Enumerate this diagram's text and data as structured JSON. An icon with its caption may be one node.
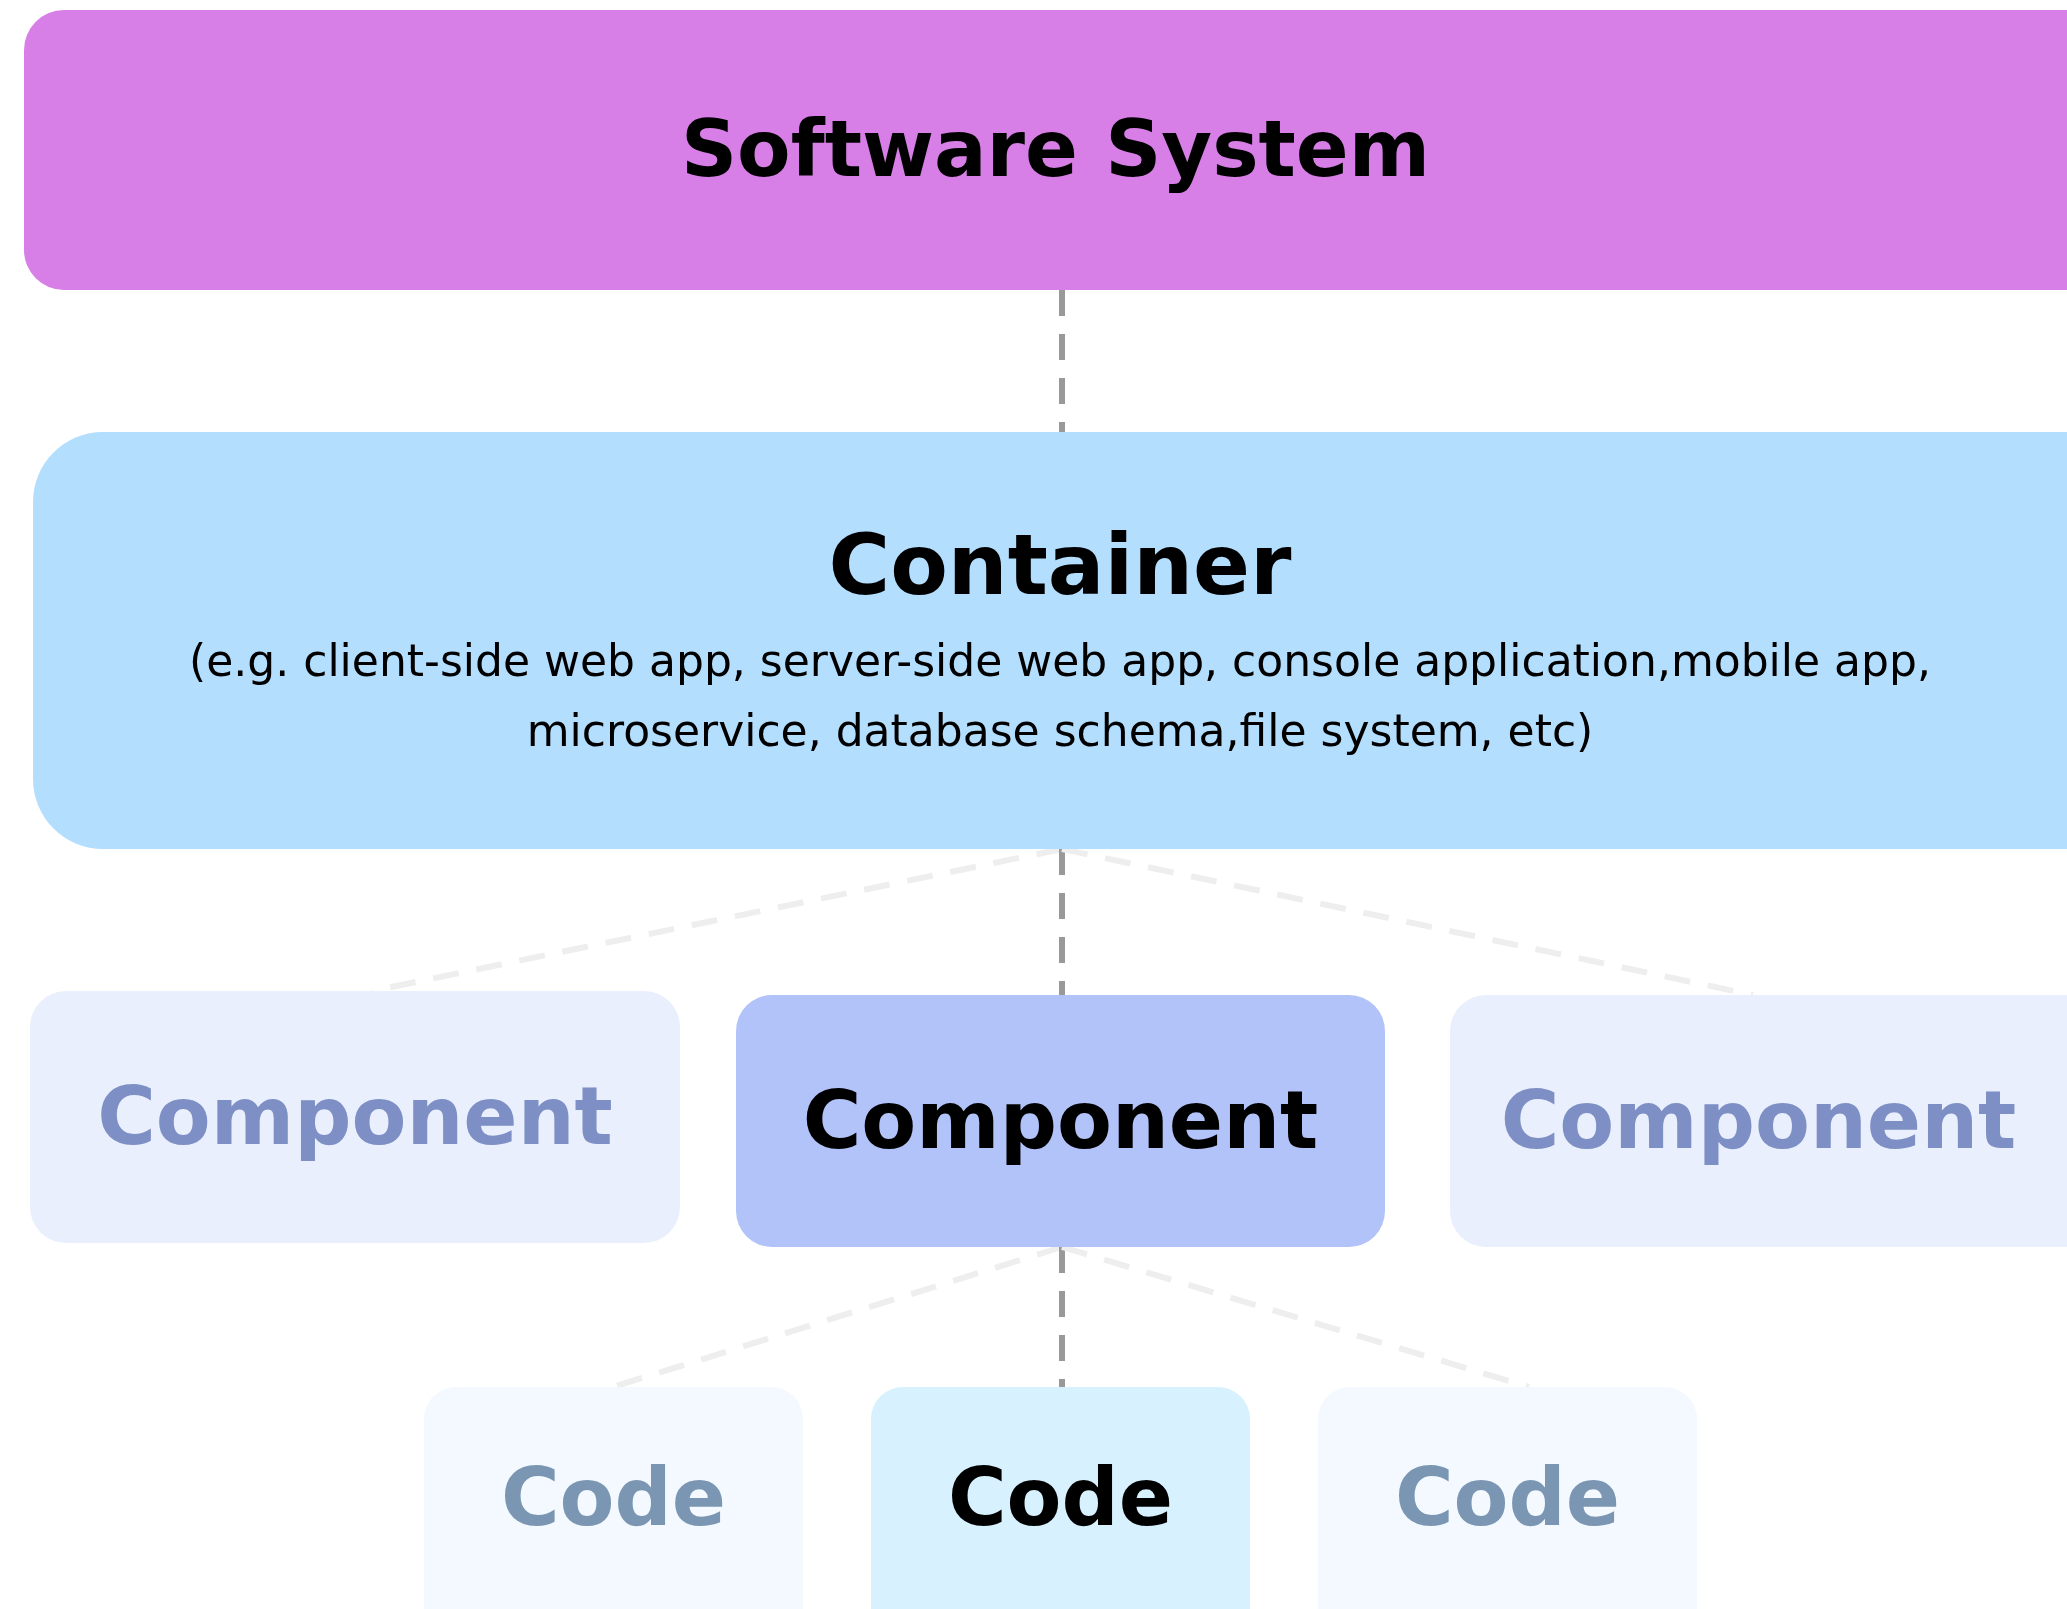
{
  "diagram": {
    "nodes": [
      {
        "text": [
          "Software System"
        ]
      },
      {
        "text": [
          "Container",
          "(e.g. client-side web app, server-side web app, console application,mobile app, microservice, database schema,file system, etc)"
        ]
      },
      {
        "text": [
          "Component"
        ]
      },
      {
        "text": [
          "Component"
        ]
      },
      {
        "text": [
          "Component"
        ]
      },
      {
        "text": [
          "Code"
        ]
      },
      {
        "text": [
          "Code"
        ]
      },
      {
        "text": [
          "Code"
        ]
      }
    ],
    "edges": [
      {
        "from": 0,
        "to": 1,
        "arrow": "none",
        "style": "dashed",
        "color": "#999999"
      },
      {
        "from": 1,
        "to": 2,
        "arrow": "none",
        "style": "dashed"
      },
      {
        "from": 1,
        "to": 3,
        "arrow": "none",
        "style": "dashed",
        "color": "#999999"
      },
      {
        "from": 1,
        "to": 4,
        "arrow": "none",
        "style": "dashed"
      },
      {
        "from": 3,
        "to": 5,
        "arrow": "none",
        "style": "dashed"
      },
      {
        "from": 3,
        "to": 6,
        "arrow": "none",
        "style": "dashed",
        "color": "#999999"
      },
      {
        "from": 3,
        "to": 7,
        "arrow": "none",
        "style": "dashed"
      }
    ]
  }
}
